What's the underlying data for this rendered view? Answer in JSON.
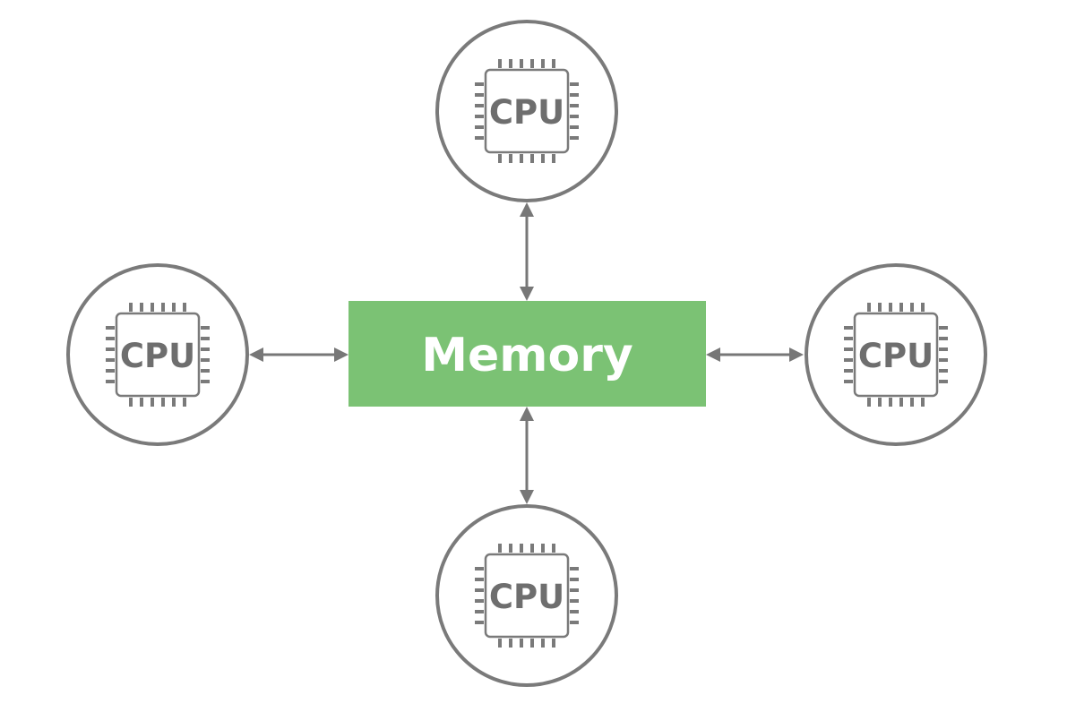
{
  "memory": {
    "label": "Memory",
    "color": "#7bc274"
  },
  "cpus": [
    {
      "id": "top",
      "label": "CPU"
    },
    {
      "id": "left",
      "label": "CPU"
    },
    {
      "id": "right",
      "label": "CPU"
    },
    {
      "id": "bottom",
      "label": "CPU"
    }
  ],
  "connections": [
    {
      "from": "memory",
      "to": "top",
      "direction": "bidirectional"
    },
    {
      "from": "memory",
      "to": "left",
      "direction": "bidirectional"
    },
    {
      "from": "memory",
      "to": "right",
      "direction": "bidirectional"
    },
    {
      "from": "memory",
      "to": "bottom",
      "direction": "bidirectional"
    }
  ],
  "colors": {
    "line": "#777777",
    "cpu_stroke": "#7a7a7a",
    "cpu_text": "#6e6e6e",
    "memory_text": "#ffffff"
  }
}
